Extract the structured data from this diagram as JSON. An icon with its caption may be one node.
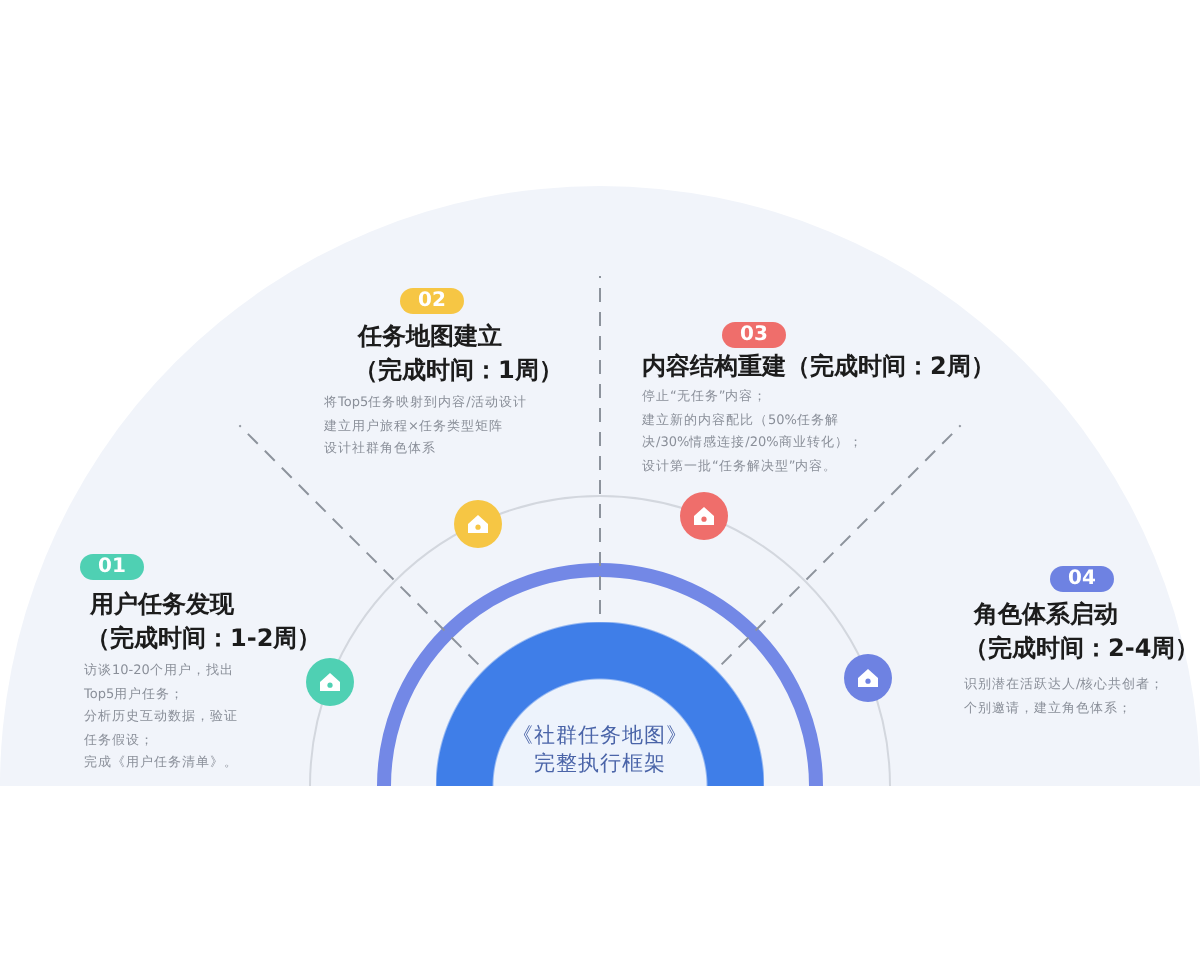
{
  "diagram": {
    "nodes": [
      {
        "text": [
          "《社群任务地图》完整执行框架"
        ]
      },
      {
        "text": [
          "01"
        ],
        "beside": [
          "用户任务发现",
          "（完成时间：1-2周）",
          "访谈10-20个用户，找出Top5用户任务；",
          "分析历史互动数据，验证任务假设；",
          "完成《用户任务清单》。"
        ]
      },
      {
        "text": [
          "02"
        ],
        "beside": [
          "任务地图建立",
          "（完成时间：1周）",
          "将Top5任务映射到内容/活动设计",
          "建立用户旅程×任务类型矩阵",
          "设计社群角色体系"
        ]
      },
      {
        "text": [
          "03"
        ],
        "beside": [
          "内容结构重建（完成时间：2周）",
          "停止“无任务”内容；",
          "建立新的内容配比（50%任务解决/30%情感连接/20%商业转化）；",
          "设计第一批“任务解决型”内容。"
        ]
      },
      {
        "text": [
          "04"
        ],
        "beside": [
          "角色体系启动",
          "（完成时间：2-4周）",
          "识别潜在活跃达人/核心共创者；",
          "个别邀请，建立角色体系；"
        ]
      }
    ]
  }
}
